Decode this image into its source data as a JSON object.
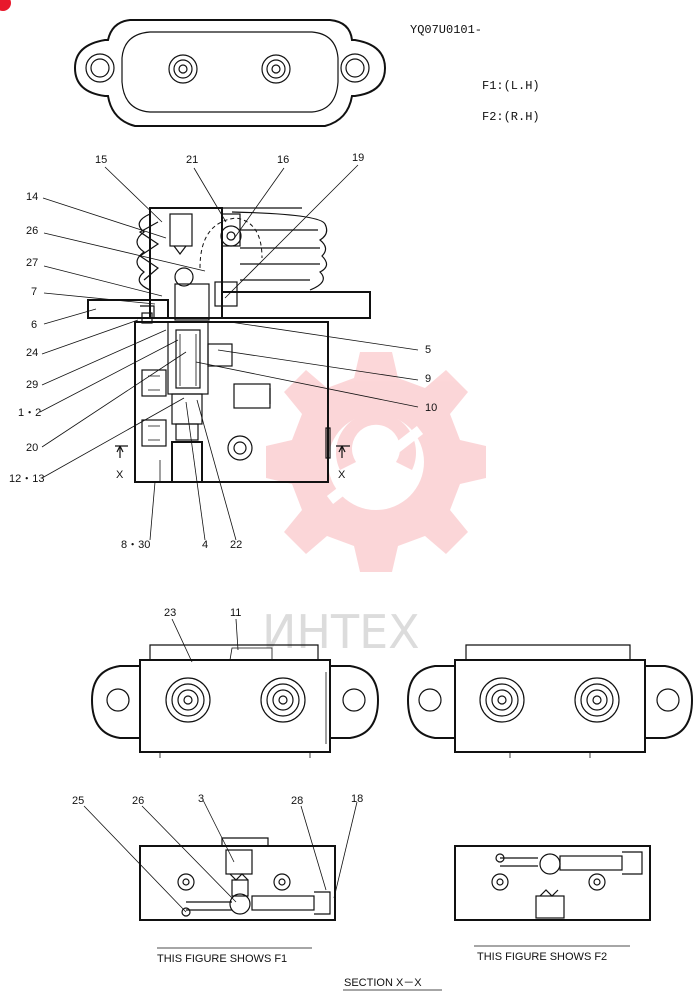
{
  "drawing_code": "YQ07U0101-",
  "variants": {
    "f1": "F1:(L.H)",
    "f2": "F2:(R.H)"
  },
  "watermark": "ИНТЕХ",
  "part_labels": {
    "p15": "15",
    "p21": "21",
    "p16": "16",
    "p19": "19",
    "p14": "14",
    "p26": "26",
    "p27": "27",
    "p7": "7",
    "p6": "6",
    "p24": "24",
    "p29": "29",
    "p1_2": "1・2",
    "p20": "20",
    "p12_13": "12・13",
    "p5": "5",
    "p9": "9",
    "p10": "10",
    "p8_30": "8・30",
    "p4": "4",
    "p22": "22",
    "p23": "23",
    "p11": "11",
    "p25": "25",
    "p26b": "26",
    "p3": "3",
    "p28": "28",
    "p18": "18"
  },
  "section_marks": {
    "left": "X",
    "right": "X"
  },
  "captions": {
    "fig_f1": "THIS FIGURE SHOWS   F1",
    "fig_f2": "THIS FIGURE SHOWS   F2",
    "section": "SECTION  X－X"
  },
  "colors": {
    "watermark_red": "#f04a52",
    "ink": "#111111",
    "badge": "#e8192c"
  }
}
